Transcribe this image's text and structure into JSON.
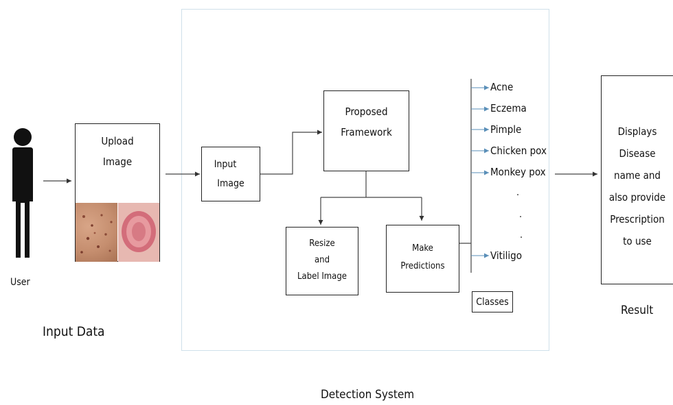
{
  "user": {
    "label": "User"
  },
  "input_data": {
    "label": "Input Data"
  },
  "upload": {
    "line1": "Upload",
    "line2": "Image"
  },
  "detection_system": {
    "label": "Detection System"
  },
  "input_image": {
    "line1": "Input",
    "line2": "Image"
  },
  "framework": {
    "line1": "Proposed",
    "line2": "Framework"
  },
  "resize": {
    "line1": "Resize",
    "line2": "and",
    "line3": "Label Image"
  },
  "predict": {
    "line1": "Make",
    "line2": "Predictions"
  },
  "classes": {
    "items": [
      "Acne",
      "Eczema",
      "Pimple",
      "Chicken pox",
      "Monkey pox",
      "Vitiligo"
    ],
    "label": "Classes"
  },
  "result": {
    "lines": [
      "Displays",
      "Disease",
      "name and",
      "also provide",
      "Prescription",
      "to use"
    ],
    "label": "Result"
  }
}
